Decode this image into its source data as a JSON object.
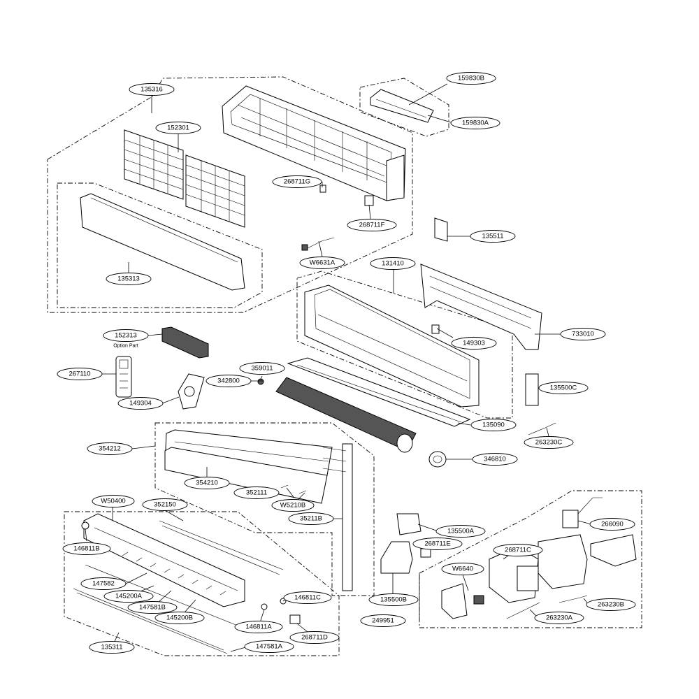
{
  "diagram": {
    "labels": [
      {
        "id": "135316",
        "text": "135316"
      },
      {
        "id": "152301",
        "text": "152301"
      },
      {
        "id": "159830B",
        "text": "159830B"
      },
      {
        "id": "159830A",
        "text": "159830A"
      },
      {
        "id": "268711G",
        "text": "268711G"
      },
      {
        "id": "268711F",
        "text": "268711F"
      },
      {
        "id": "135511",
        "text": "135511"
      },
      {
        "id": "W6631A",
        "text": "W6631A"
      },
      {
        "id": "135313",
        "text": "135313"
      },
      {
        "id": "131410",
        "text": "131410"
      },
      {
        "id": "733010",
        "text": "733010"
      },
      {
        "id": "152313",
        "text": "152313"
      },
      {
        "id": "149303",
        "text": "149303"
      },
      {
        "id": "267110",
        "text": "267110"
      },
      {
        "id": "359011",
        "text": "359011"
      },
      {
        "id": "342800",
        "text": "342800"
      },
      {
        "id": "135500C",
        "text": "135500C"
      },
      {
        "id": "149304",
        "text": "149304"
      },
      {
        "id": "135090",
        "text": "135090"
      },
      {
        "id": "263230C",
        "text": "263230C"
      },
      {
        "id": "354212",
        "text": "354212"
      },
      {
        "id": "346810",
        "text": "346810"
      },
      {
        "id": "354210",
        "text": "354210"
      },
      {
        "id": "352111",
        "text": "352111"
      },
      {
        "id": "W5210B",
        "text": "W5210B"
      },
      {
        "id": "W50400",
        "text": "W50400"
      },
      {
        "id": "352150",
        "text": "352150"
      },
      {
        "id": "35211B",
        "text": "35211B"
      },
      {
        "id": "135500A",
        "text": "135500A"
      },
      {
        "id": "266090",
        "text": "266090"
      },
      {
        "id": "146811B",
        "text": "146811B"
      },
      {
        "id": "268711E",
        "text": "268711E"
      },
      {
        "id": "268711C",
        "text": "268711C"
      },
      {
        "id": "W6640",
        "text": "W6640"
      },
      {
        "id": "147582",
        "text": "147582"
      },
      {
        "id": "145200A",
        "text": "145200A"
      },
      {
        "id": "147581B",
        "text": "147581B"
      },
      {
        "id": "146811C",
        "text": "146811C"
      },
      {
        "id": "145200B",
        "text": "145200B"
      },
      {
        "id": "146811A",
        "text": "146811A"
      },
      {
        "id": "135500B",
        "text": "135500B"
      },
      {
        "id": "263230B",
        "text": "263230B"
      },
      {
        "id": "249951",
        "text": "249951"
      },
      {
        "id": "263230A",
        "text": "263230A"
      },
      {
        "id": "268711D",
        "text": "268711D"
      },
      {
        "id": "135311",
        "text": "135311"
      },
      {
        "id": "147581A",
        "text": "147581A"
      }
    ],
    "option_note": "Option Part"
  }
}
